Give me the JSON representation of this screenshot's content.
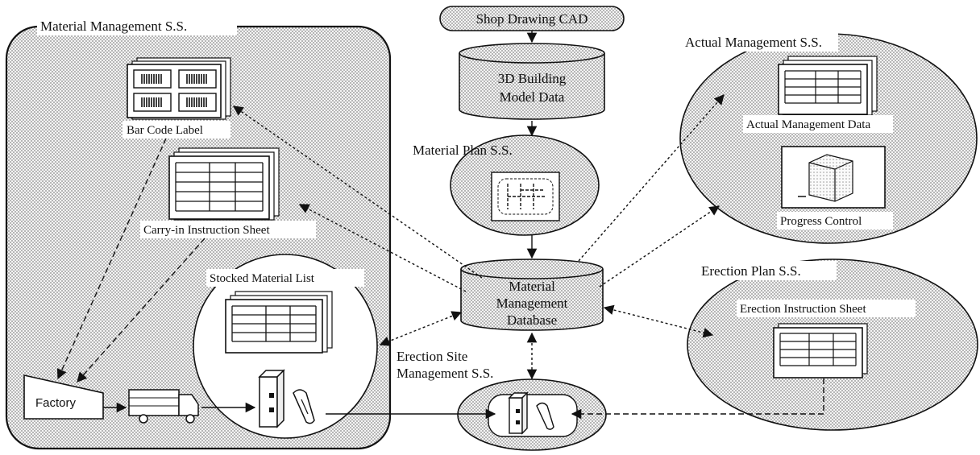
{
  "diagram": {
    "material_mgmt": {
      "title": "Material Management S.S.",
      "bar_code_label": "Bar Code Label",
      "carry_in_sheet": "Carry-in Instruction Sheet",
      "stocked_list": "Stocked Material List",
      "factory": "Factory"
    },
    "center": {
      "shop_drawing": "Shop Drawing CAD",
      "model_line1": "3D Building",
      "model_line2": "Model Data",
      "material_plan": "Material Plan S.S.",
      "db_line1": "Material",
      "db_line2": "Management",
      "db_line3": "Database",
      "erection_site_line1": "Erection Site",
      "erection_site_line2": "Management S.S."
    },
    "actual_mgmt": {
      "title": "Actual Management S.S.",
      "data": "Actual Management Data",
      "progress": "Progress Control"
    },
    "erection_plan": {
      "title": "Erection Plan S.S.",
      "sheet": "Erection Instruction Sheet"
    }
  }
}
